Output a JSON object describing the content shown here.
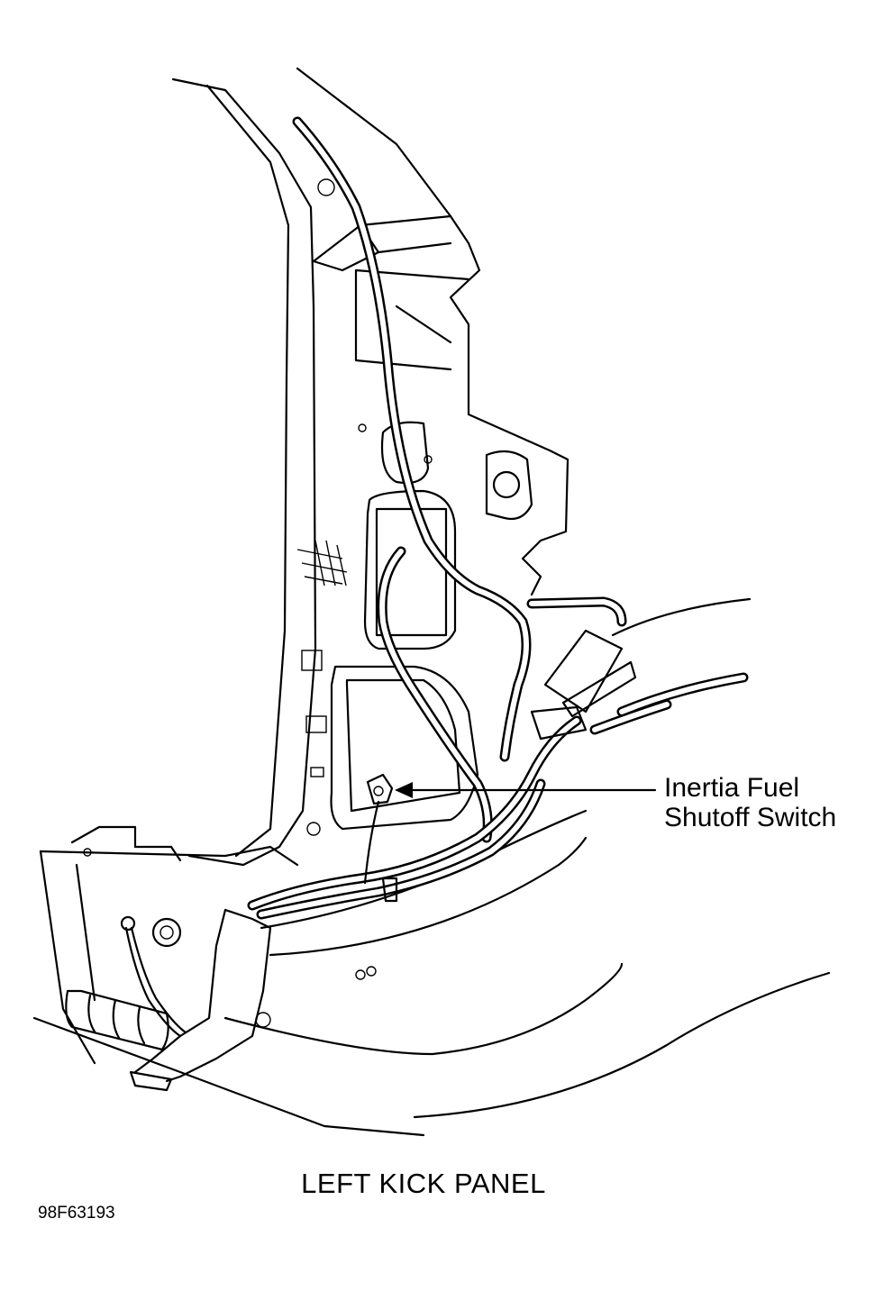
{
  "diagram": {
    "callout_label_line1": "Inertia Fuel",
    "callout_label_line2": "Shutoff Switch",
    "caption": "LEFT KICK PANEL",
    "figure_id": "98F63193"
  }
}
